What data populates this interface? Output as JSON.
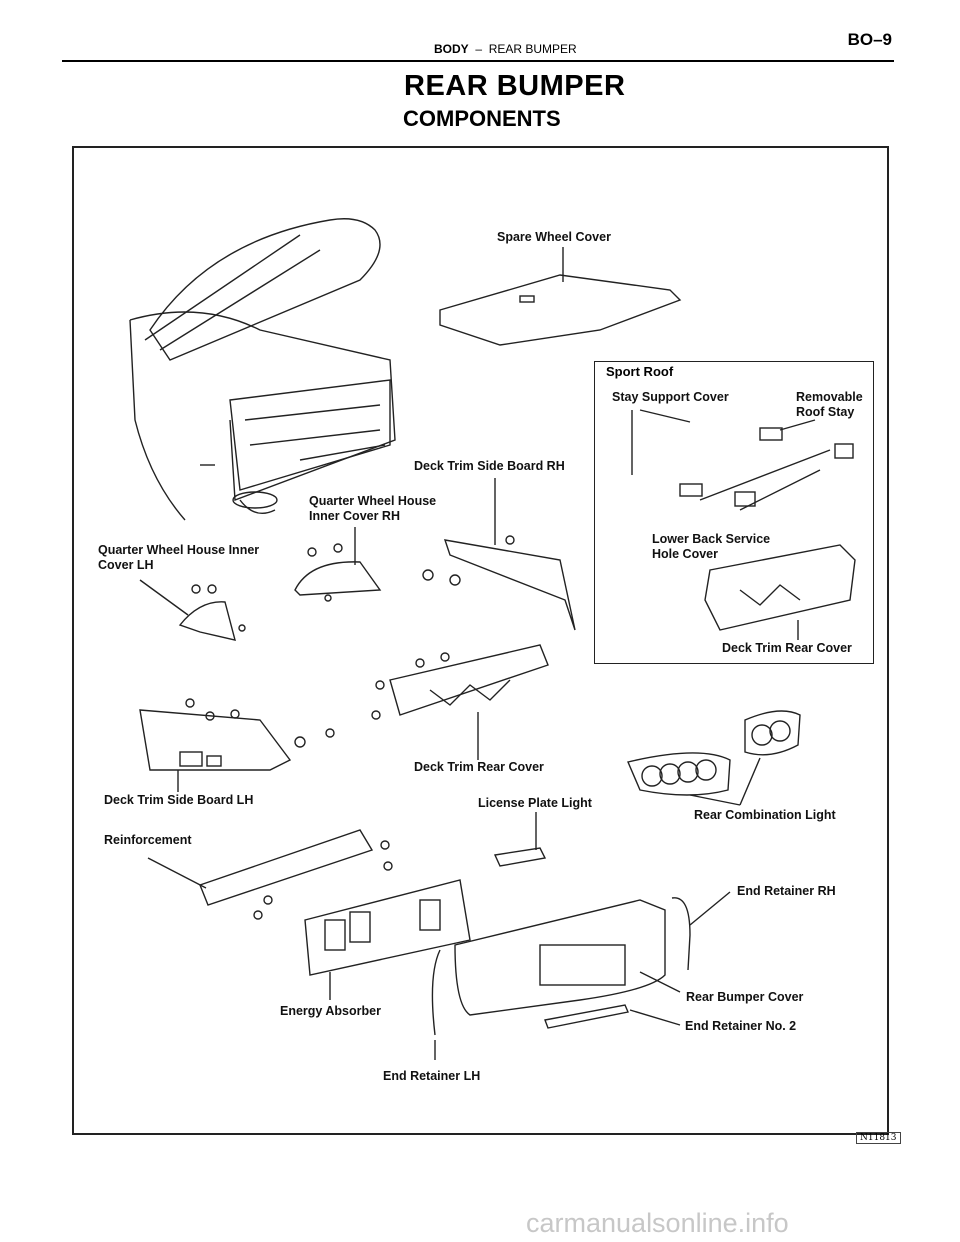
{
  "header": {
    "section": "BODY",
    "separator": "–",
    "subsection": "REAR BUMPER",
    "page_code": "BO–9"
  },
  "title": "REAR BUMPER",
  "subtitle": "COMPONENTS",
  "inset": {
    "title": "Sport Roof",
    "labels": {
      "stay_support_cover": "Stay Support Cover",
      "removable_roof_stay_1": "Removable",
      "removable_roof_stay_2": "Roof Stay",
      "lower_back_service_1": "Lower Back Service",
      "lower_back_service_2": "Hole Cover",
      "deck_trim_rear_cover": "Deck Trim Rear Cover"
    }
  },
  "labels": {
    "spare_wheel_cover": "Spare Wheel Cover",
    "deck_trim_side_board_rh": "Deck Trim Side Board RH",
    "qwh_inner_cover_rh_1": "Quarter Wheel House",
    "qwh_inner_cover_rh_2": "Inner Cover RH",
    "qwh_inner_cover_lh_1": "Quarter Wheel House Inner",
    "qwh_inner_cover_lh_2": "Cover LH",
    "deck_trim_rear_cover": "Deck Trim Rear Cover",
    "deck_trim_side_board_lh": "Deck Trim Side Board LH",
    "license_plate_light": "License Plate Light",
    "rear_combination_light": "Rear Combination Light",
    "reinforcement": "Reinforcement",
    "end_retainer_rh": "End Retainer RH",
    "rear_bumper_cover": "Rear Bumper Cover",
    "end_retainer_no2": "End Retainer No. 2",
    "energy_absorber": "Energy Absorber",
    "end_retainer_lh": "End Retainer LH"
  },
  "figure_code": "N11813",
  "watermark": "carmanualsonline.info"
}
